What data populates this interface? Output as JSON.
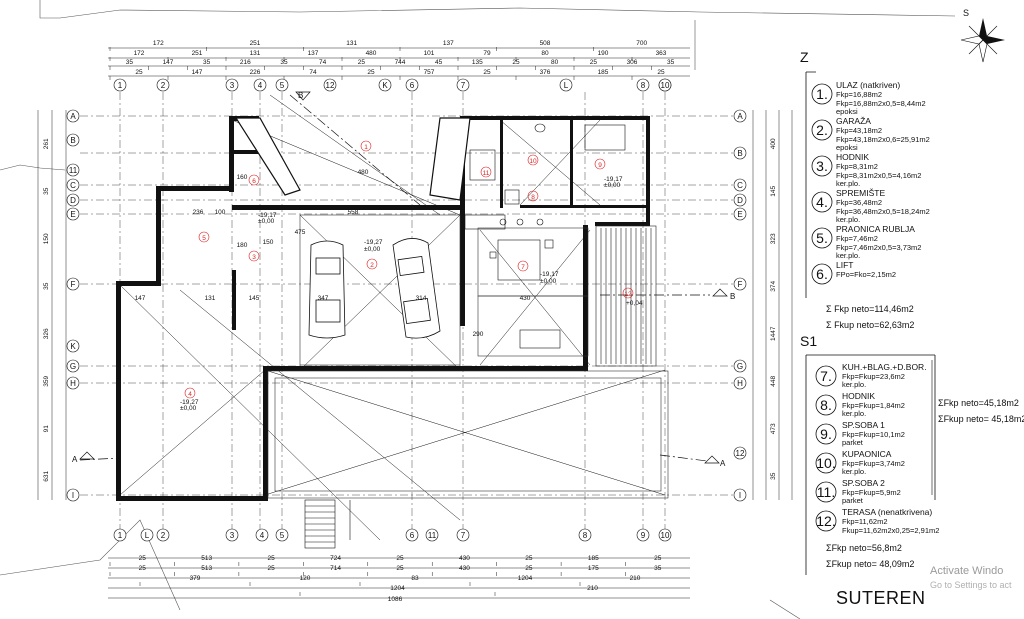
{
  "drawing": {
    "title": "SUTEREN",
    "watermark_line1": "Activate Windo",
    "watermark_line2": "Go to Settings to act",
    "compass_letter": "S"
  },
  "dimensions": {
    "top_row1": [
      "172",
      "251",
      "131",
      "137",
      "508",
      "700"
    ],
    "top_row2": [
      "172",
      "251",
      "131",
      "137",
      "480",
      "101",
      "79",
      "80",
      "190",
      "363"
    ],
    "top_row3": [
      "35",
      "147",
      "35",
      "216",
      "35",
      "74",
      "25",
      "744",
      "45",
      "135",
      "25",
      "80",
      "25",
      "306",
      "35"
    ],
    "top_row4": [
      "25",
      "147",
      "226",
      "74",
      "25",
      "757",
      "25",
      "376",
      "185",
      "25"
    ],
    "bottom_row1": [
      "25",
      "513",
      "25",
      "724",
      "25",
      "430",
      "25",
      "185",
      "25"
    ],
    "bottom_row2": [
      "25",
      "513",
      "25",
      "714",
      "25",
      "430",
      "25",
      "175",
      "35"
    ],
    "bottom_row3": [
      "379",
      "120",
      "83",
      "1204",
      "210"
    ],
    "bottom_row4": [
      "1204",
      "210"
    ],
    "bottom_total": "1086",
    "left_side": [
      "261",
      "35",
      "150",
      "35",
      "326",
      "359",
      "91",
      "631"
    ],
    "right_side": [
      "400",
      "145",
      "323",
      "374",
      "1447",
      "448",
      "473",
      "35"
    ]
  },
  "axes": {
    "top": [
      "1",
      "2",
      "3",
      "4",
      "5",
      "12",
      "K",
      "6",
      "7",
      "L",
      "8",
      "9",
      "10"
    ],
    "bottom": [
      "1",
      "L",
      "2",
      "3",
      "4",
      "5",
      "6",
      "11",
      "7",
      "8",
      "9",
      "10"
    ],
    "left": [
      "A",
      "B",
      "11",
      "C",
      "D",
      "E",
      "F",
      "K",
      "G",
      "H",
      "I"
    ],
    "right": [
      "A",
      "B",
      "C",
      "D",
      "E",
      "F",
      "G",
      "H",
      "12",
      "I"
    ]
  },
  "room_markers": [
    "1",
    "2",
    "3",
    "4",
    "5",
    "6",
    "7",
    "8",
    "9",
    "10",
    "11",
    "12"
  ],
  "section_labels": [
    "B",
    "B",
    "A",
    "A"
  ],
  "levels": [
    "-19,27",
    "±0,00",
    "-19,27",
    "±0,00",
    "-19,17",
    "±0,00",
    "+0,04",
    "-19,17",
    "±0,00",
    "-19,17",
    "±0,00"
  ],
  "inner_dims": [
    "236",
    "100",
    "558",
    "147",
    "131",
    "145",
    "347",
    "314",
    "430",
    "160",
    "180",
    "475",
    "480",
    "290",
    "150"
  ],
  "legend_z": {
    "header": "Z",
    "items": [
      {
        "no": "1.",
        "name": "ULAZ (natkriven)",
        "l1": "Fkp=16,88m2",
        "l2": "Fkp=16,88m2x0,5=8,44m2",
        "floor": "epoksi"
      },
      {
        "no": "2.",
        "name": "GARAŽA",
        "l1": "Fkp=43,18m2",
        "l2": "Fkp=43,18m2x0,6=25,91m2",
        "floor": "epoksi"
      },
      {
        "no": "3.",
        "name": "HODNIK",
        "l1": "Fkp=8,31m2",
        "l2": "Fkp=8,31m2x0,5=4,16m2",
        "floor": "ker.plo."
      },
      {
        "no": "4.",
        "name": "SPREMIŠTE",
        "l1": "Fkp=36,48m2",
        "l2": "Fkp=36,48m2x0,5=18,24m2",
        "floor": "ker.plo."
      },
      {
        "no": "5.",
        "name": "PRAONICA RUBLJA",
        "l1": "Fkp=7,46m2",
        "l2": "Fkp=7,46m2x0,5=3,73m2",
        "floor": "ker.plo."
      },
      {
        "no": "6.",
        "name": "LIFT",
        "l1": "FPo=Fko=2,15m2",
        "l2": "",
        "floor": ""
      }
    ],
    "sum1": "Σ Fkp neto=114,46m2",
    "sum2": "Σ Fkup neto=62,63m2"
  },
  "legend_s1": {
    "header": "S1",
    "items": [
      {
        "no": "7.",
        "name": "KUH.+BLAG.+D.BOR.",
        "l1": "Fkp=Fkup=23,6m2",
        "floor": "ker.plo."
      },
      {
        "no": "8.",
        "name": "HODNIK",
        "l1": "Fkp=Fkup=1,84m2",
        "floor": "ker.plo."
      },
      {
        "no": "9.",
        "name": "SP.SOBA 1",
        "l1": "Fkp=Fkup=10,1m2",
        "floor": "parket"
      },
      {
        "no": "10.",
        "name": "KUPAONICA",
        "l1": "Fkp=Fkup=3,74m2",
        "floor": "ker.plo."
      },
      {
        "no": "11.",
        "name": "SP.SOBA 2",
        "l1": "Fkp=Fkup=5,9m2",
        "floor": "parket"
      },
      {
        "no": "12.",
        "name": "TERASA (nenatkrivena)",
        "l1": "Fkp=11,62m2",
        "l2": "Fkup=11,62m2x0,25=2,91m2",
        "floor": ""
      }
    ],
    "side_sum1": "ΣFkp neto=45,18m2",
    "side_sum2": "ΣFkup neto= 45,18m2",
    "sum1": "ΣFkp neto=56,8m2",
    "sum2": "ΣFkup neto= 48,09m2"
  }
}
